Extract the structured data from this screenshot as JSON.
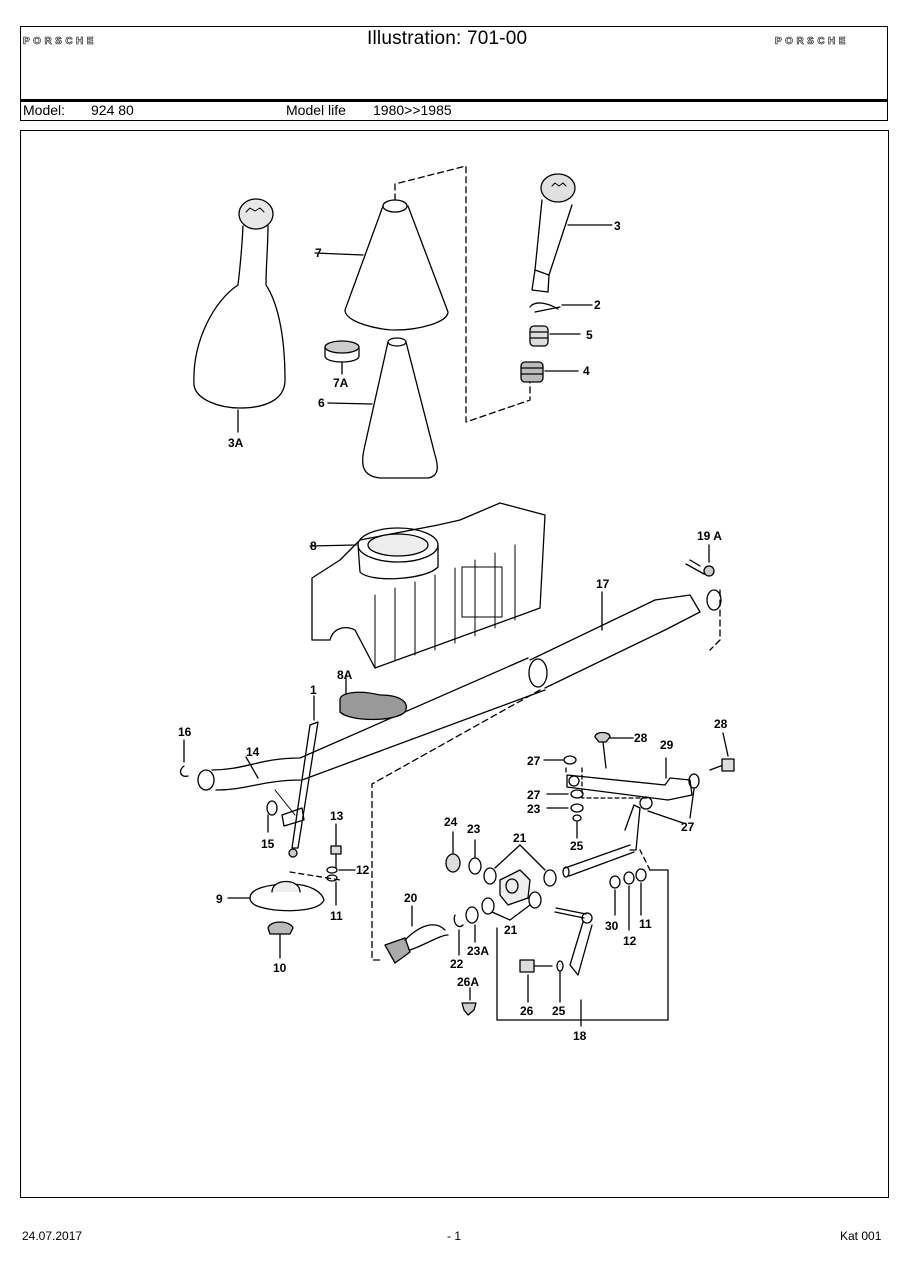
{
  "header": {
    "brand": "PORSCHE",
    "title": "Illustration: 701-00",
    "model_label": "Model:",
    "model_value": "924 80",
    "model_life_label": "Model life",
    "model_life_value": "1980>>1985"
  },
  "illustration": {
    "callouts": [
      "3A",
      "7",
      "7A",
      "6",
      "3",
      "2",
      "5",
      "4",
      "8",
      "19 A",
      "17",
      "8A",
      "1",
      "16",
      "14",
      "15",
      "13",
      "12",
      "11",
      "9",
      "10",
      "24",
      "23",
      "21",
      "20",
      "22",
      "23A",
      "26A",
      "26",
      "25",
      "18",
      "28",
      "29",
      "27",
      "30"
    ],
    "c_3A": "3A",
    "c_7": "7",
    "c_7A": "7A",
    "c_6": "6",
    "c_3": "3",
    "c_2": "2",
    "c_5": "5",
    "c_4": "4",
    "c_8": "8",
    "c_19A": "19 A",
    "c_17": "17",
    "c_8A": "8A",
    "c_1": "1",
    "c_16": "16",
    "c_14": "14",
    "c_15": "15",
    "c_13": "13",
    "c_12a": "12",
    "c_11a": "11",
    "c_9": "9",
    "c_10": "10",
    "c_24": "24",
    "c_23": "23",
    "c_21a": "21",
    "c_20": "20",
    "c_22": "22",
    "c_23A": "23A",
    "c_21b": "21",
    "c_26A": "26A",
    "c_26": "26",
    "c_25a": "25",
    "c_18": "18",
    "c_28a": "28",
    "c_28b": "28",
    "c_29": "29",
    "c_27a": "27",
    "c_27b": "27",
    "c_23b": "23",
    "c_25b": "25",
    "c_27c": "27",
    "c_30": "30",
    "c_12b": "12",
    "c_11b": "11"
  },
  "footer": {
    "date": "24.07.2017",
    "page": "- 1",
    "catalog": "Kat 001"
  }
}
